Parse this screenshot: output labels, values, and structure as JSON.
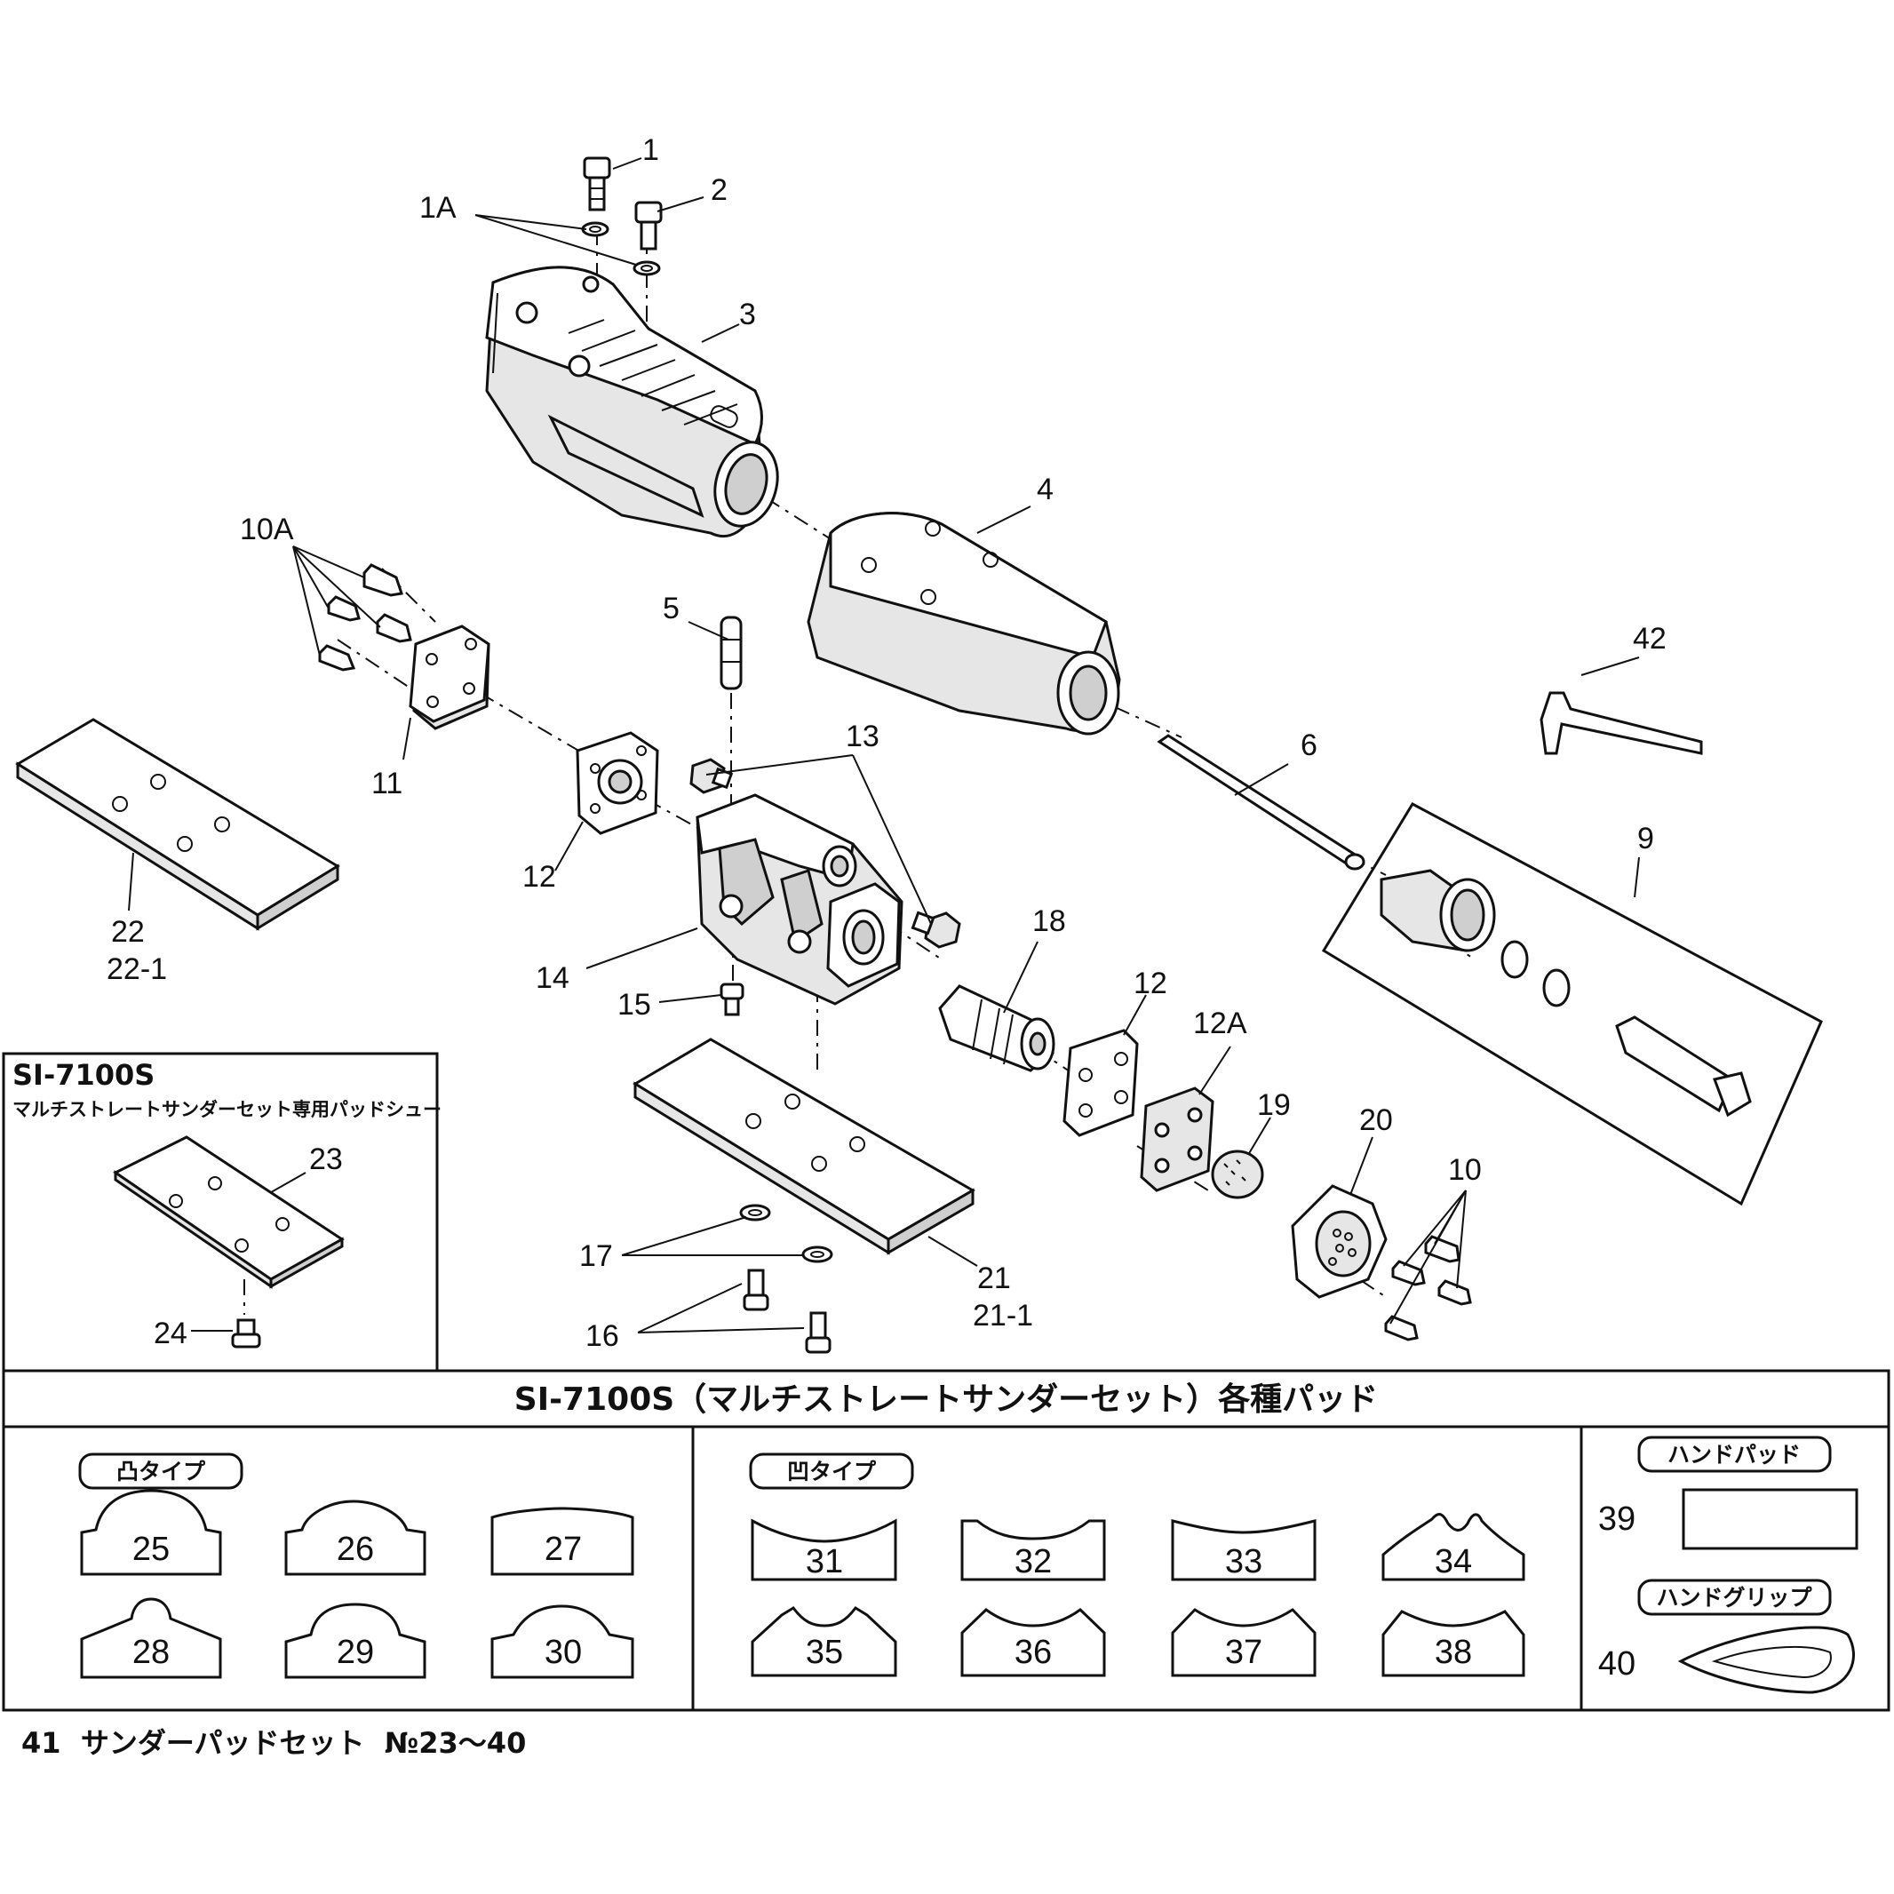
{
  "callouts": {
    "c1": "1",
    "c1a": "1A",
    "c2": "2",
    "c3": "3",
    "c4": "4",
    "c5": "5",
    "c6": "6",
    "c9": "9",
    "c10": "10",
    "c10a": "10A",
    "c11": "11",
    "c12a": "12",
    "c12b": "12",
    "c12A": "12A",
    "c13": "13",
    "c14": "14",
    "c15": "15",
    "c16": "16",
    "c17": "17",
    "c18": "18",
    "c19": "19",
    "c20": "20",
    "c21": "21",
    "c21_1": "21-1",
    "c22": "22",
    "c22_1": "22-1",
    "c23": "23",
    "c24": "24",
    "c42": "42"
  },
  "inset": {
    "model": "SI-7100S",
    "subtitle": "マルチストレートサンダーセット専用パッドシュー"
  },
  "pads_table": {
    "title": "SI-7100S（マルチストレートサンダーセット）各種パッド",
    "convex": {
      "label": "凸タイプ",
      "items": [
        "25",
        "26",
        "27",
        "28",
        "29",
        "30"
      ]
    },
    "concave": {
      "label": "凹タイプ",
      "items": [
        "31",
        "32",
        "33",
        "34",
        "35",
        "36",
        "37",
        "38"
      ]
    },
    "hand_pad": {
      "label": "ハンドパッド",
      "number": "39"
    },
    "hand_grip": {
      "label": "ハンドグリップ",
      "number": "40"
    }
  },
  "footer": "41  サンダーパッドセット  №23～40"
}
